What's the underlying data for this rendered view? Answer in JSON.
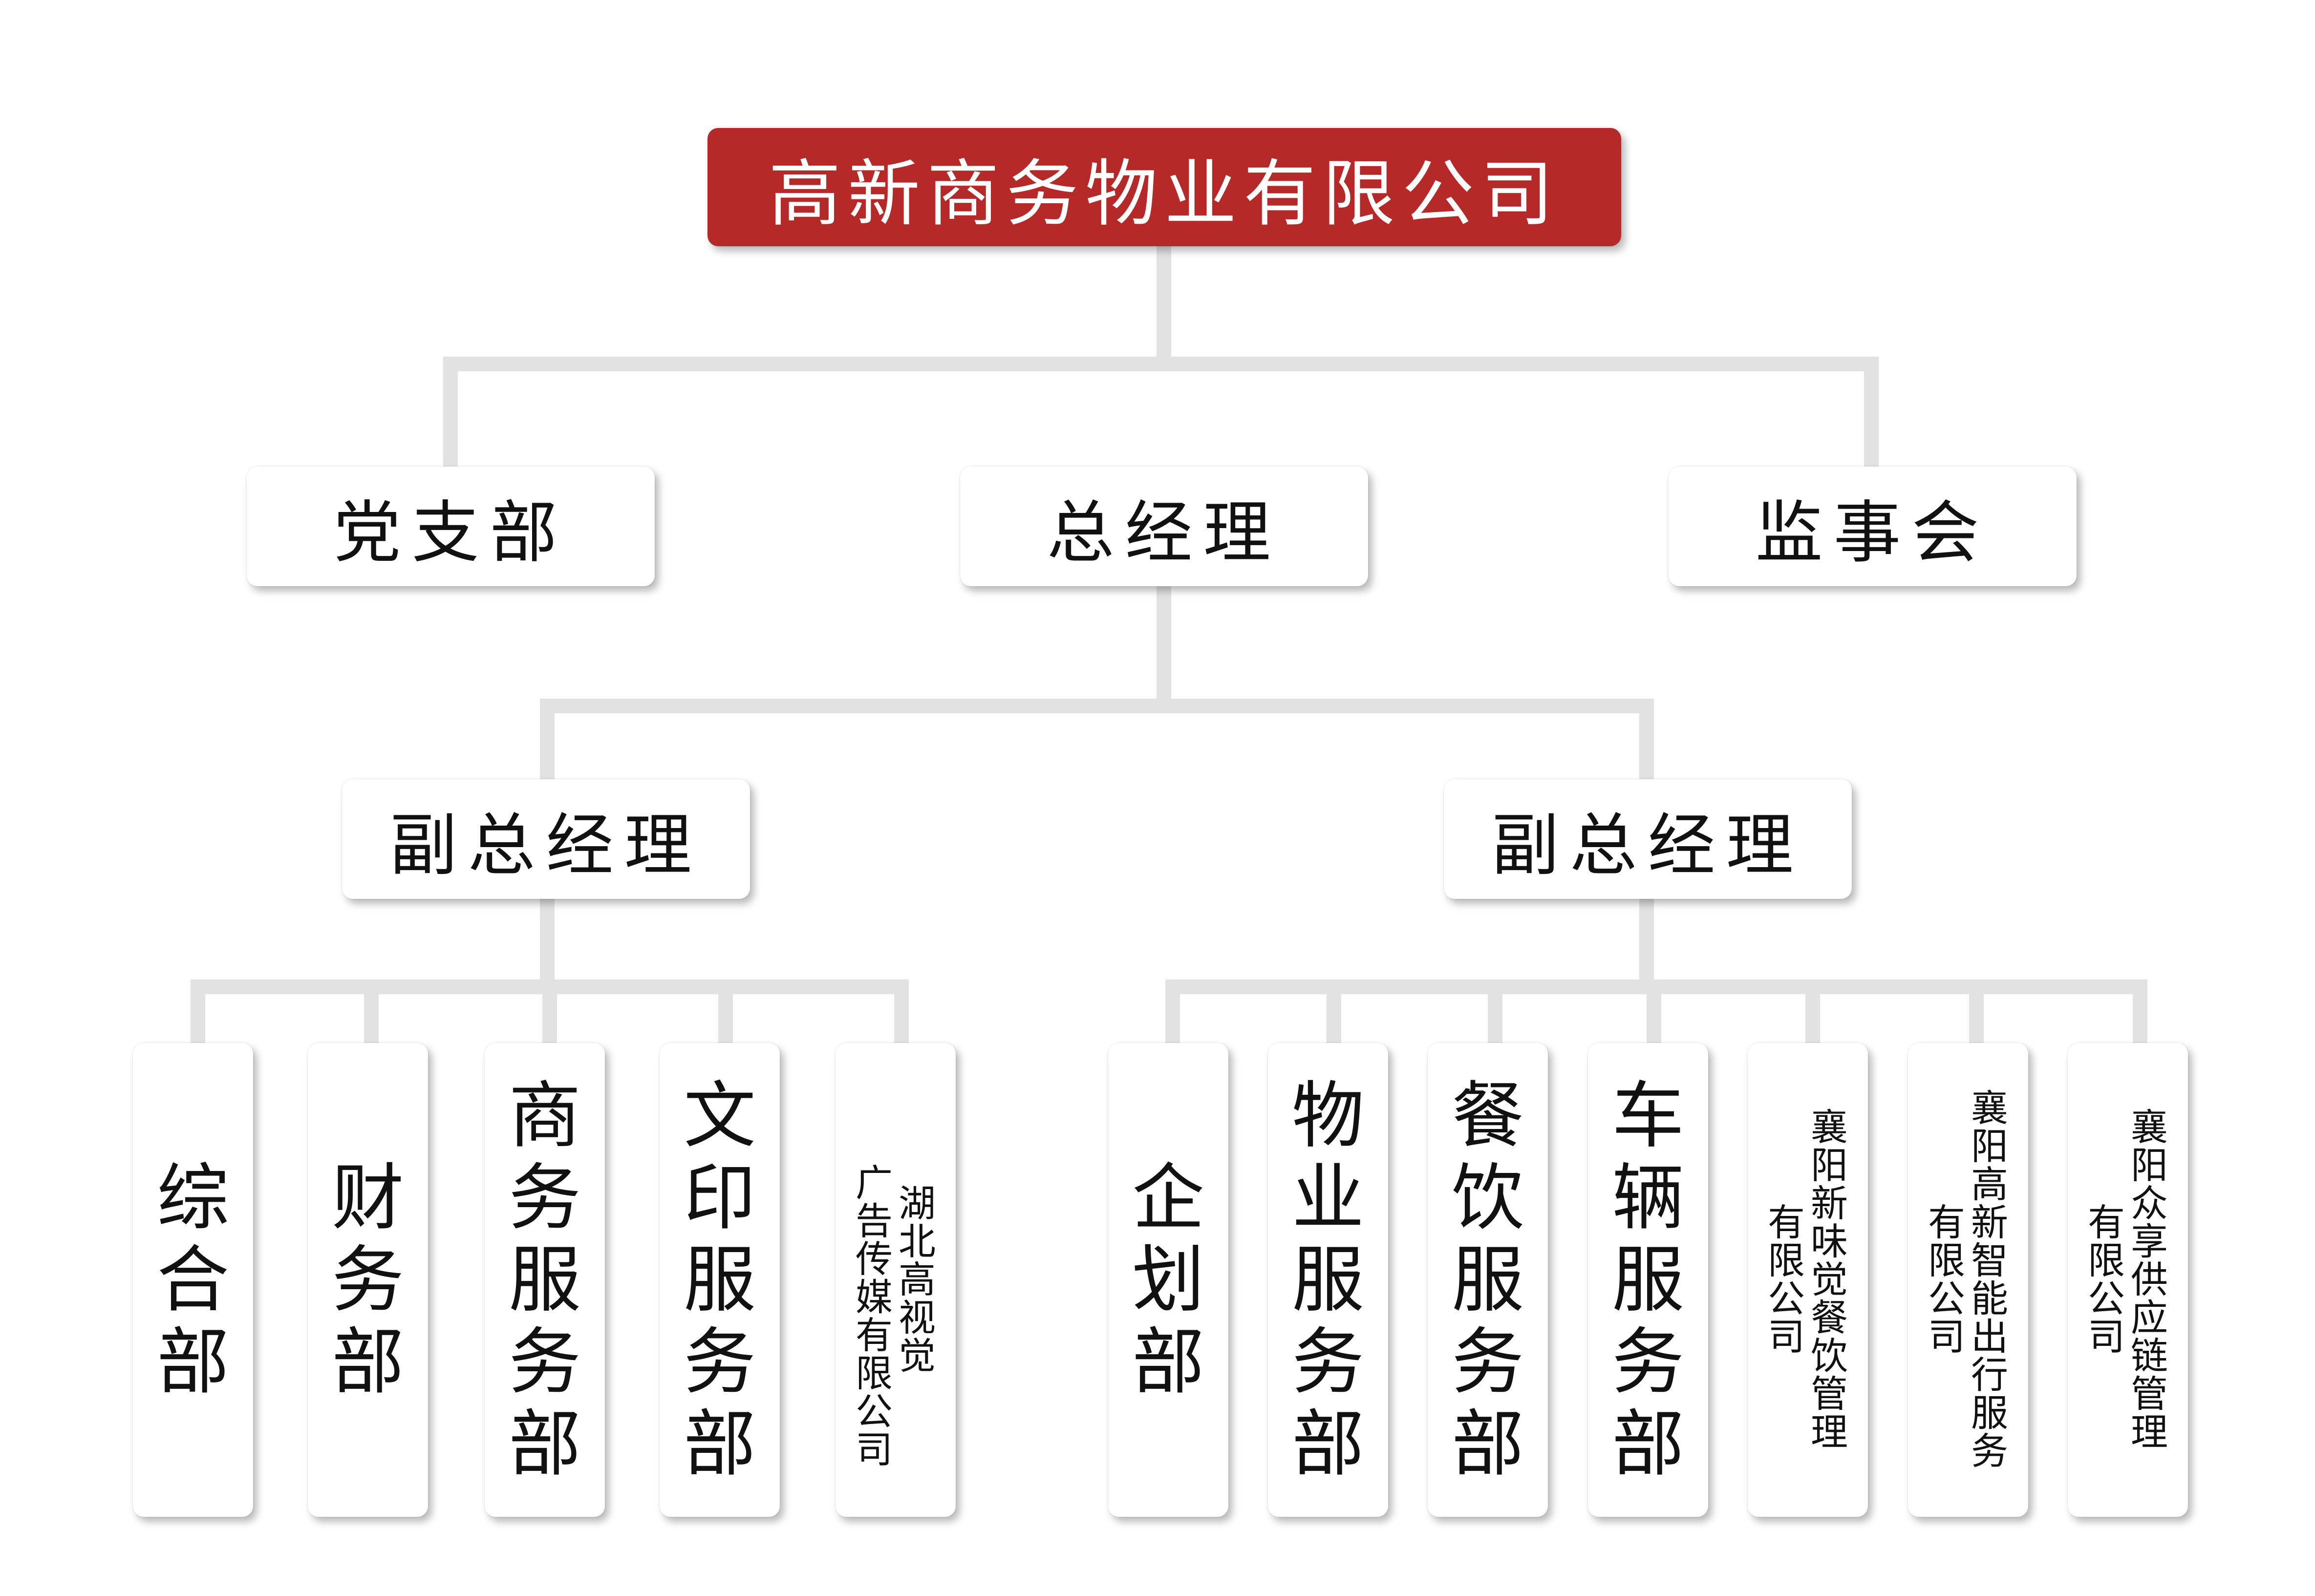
{
  "colors": {
    "root_fill": "#b52a29",
    "connector": "#e2e2e2",
    "node_fill": "#ffffff"
  },
  "root": {
    "label": "高新商务物业有限公司"
  },
  "level1": [
    {
      "id": "party",
      "label": "党支部"
    },
    {
      "id": "gm",
      "label": "总经理"
    },
    {
      "id": "supervisory",
      "label": "监事会"
    }
  ],
  "level2": [
    {
      "id": "dgm1",
      "label": "副总经理"
    },
    {
      "id": "dgm2",
      "label": "副总经理"
    }
  ],
  "departments": [
    {
      "id": "d1",
      "parent": "dgm1",
      "label": "综合部"
    },
    {
      "id": "d2",
      "parent": "dgm1",
      "label": "财务部"
    },
    {
      "id": "d3",
      "parent": "dgm1",
      "label": "商务服务部"
    },
    {
      "id": "d4",
      "parent": "dgm1",
      "label": "文印服务部"
    },
    {
      "id": "d5",
      "parent": "dgm1",
      "label": "湖北高视觉广告传媒有限公司",
      "lines": [
        "湖北高视觉",
        "广告传媒有限公司"
      ]
    },
    {
      "id": "d6",
      "parent": "dgm2",
      "label": "企划部"
    },
    {
      "id": "d7",
      "parent": "dgm2",
      "label": "物业服务部"
    },
    {
      "id": "d8",
      "parent": "dgm2",
      "label": "餐饮服务部"
    },
    {
      "id": "d9",
      "parent": "dgm2",
      "label": "车辆服务部"
    },
    {
      "id": "d10",
      "parent": "dgm2",
      "label": "襄阳新味觉餐饮管理有限公司",
      "lines": [
        "襄阳新味觉餐饮管理",
        "有限公司"
      ]
    },
    {
      "id": "d11",
      "parent": "dgm2",
      "label": "襄阳高新智能出行服务有限公司",
      "lines": [
        "襄阳高新智能出行服务",
        "有限公司"
      ]
    },
    {
      "id": "d12",
      "parent": "dgm2",
      "label": "襄阳众享供应链管理有限公司",
      "lines": [
        "襄阳众享供应链管理",
        "有限公司"
      ]
    }
  ]
}
